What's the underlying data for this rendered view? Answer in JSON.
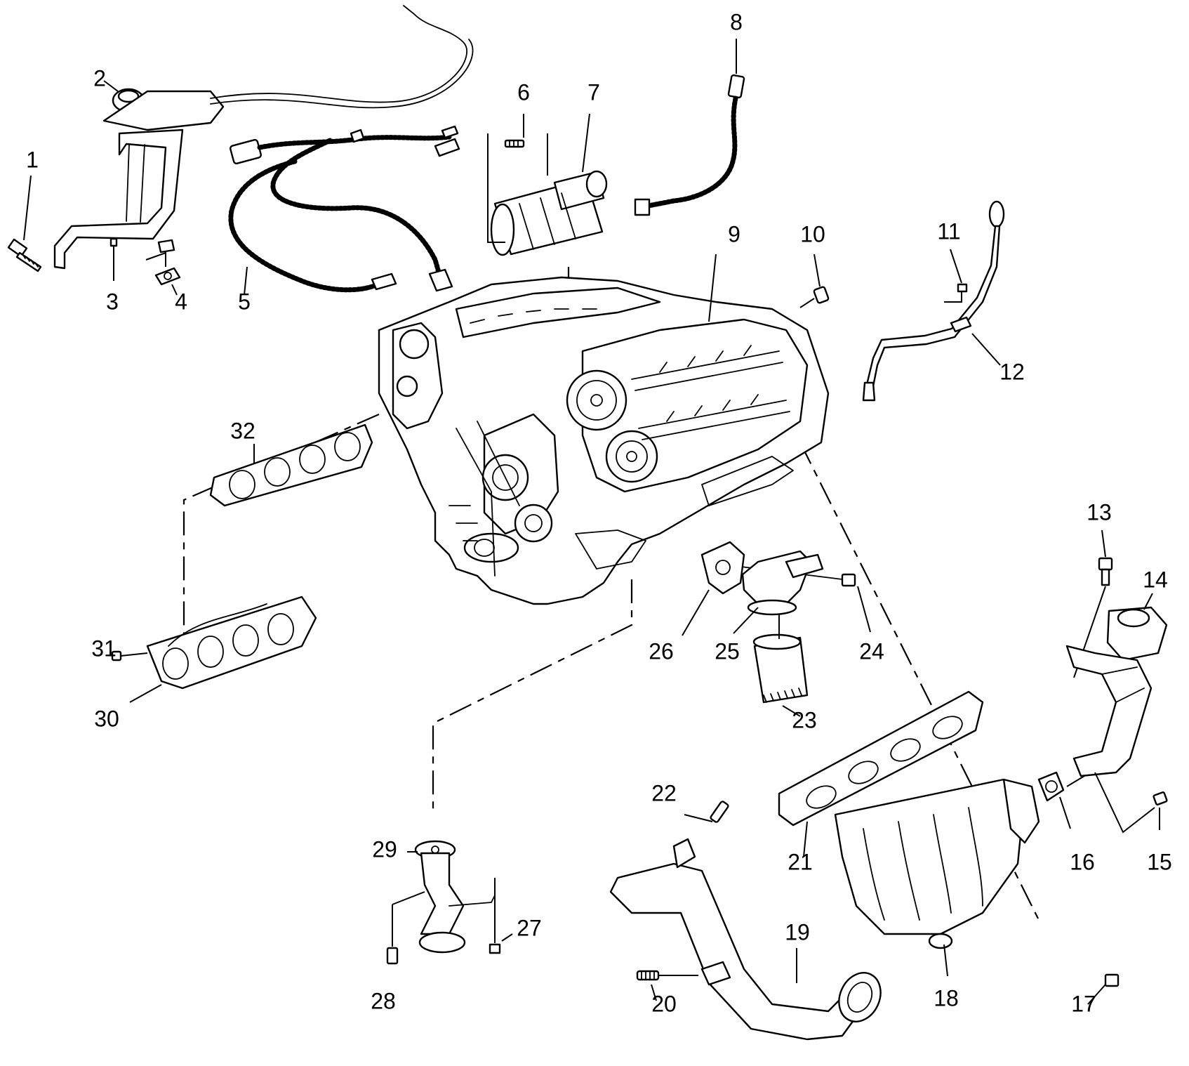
{
  "callouts": {
    "c1": "1",
    "c2": "2",
    "c3": "3",
    "c4": "4",
    "c5": "5",
    "c6": "6",
    "c7": "7",
    "c8": "8",
    "c9": "9",
    "c10": "10",
    "c11": "11",
    "c12": "12",
    "c13": "13",
    "c14": "14",
    "c15": "15",
    "c16": "16",
    "c17": "17",
    "c18": "18",
    "c19": "19",
    "c20": "20",
    "c21": "21",
    "c22": "22",
    "c23": "23",
    "c24": "24",
    "c25": "25",
    "c26": "26",
    "c27": "27",
    "c28": "28",
    "c29": "29",
    "c30": "30",
    "c31": "31",
    "c32": "32"
  },
  "colors": {
    "line": "#000000",
    "background": "#ffffff"
  }
}
